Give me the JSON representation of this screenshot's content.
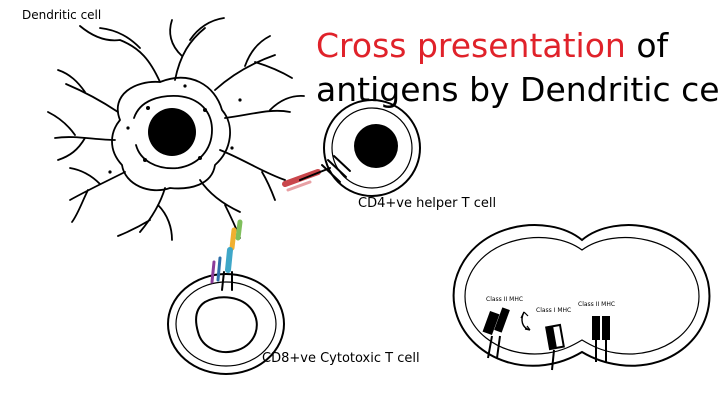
{
  "labels": {
    "dendritic_cell": "Dendritic cell",
    "cd4_cell": "CD4+ve helper T cell",
    "cd8_cell": "CD8+ve Cytotoxic T cell",
    "class_ii_mhc_left": "Class II MHC",
    "class_i_mhc": "Class I MHC",
    "class_ii_mhc_right": "Class II MHC"
  },
  "title": {
    "highlight": "Cross presentation",
    "rest_line1": " of",
    "line2": "antigens by Dendritic cell"
  },
  "colors": {
    "highlight": "#e0222a",
    "ink": "#000000"
  }
}
